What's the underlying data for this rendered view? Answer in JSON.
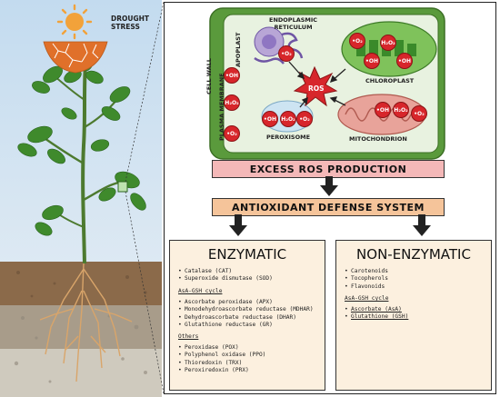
{
  "stress": {
    "label_line1": "DROUGHT",
    "label_line2": "STRESS"
  },
  "cell": {
    "cell_wall": "CELL WALL",
    "apoplast": "APOPLAST",
    "plasma_membrane": "PLASMA MEMBRANE",
    "er_line1": "ENDOPLASMIC",
    "er_line2": "RETICULUM",
    "chloroplast": "CHLOROPLAST",
    "peroxisome": "PEROXISOME",
    "mitochondrion": "MITOCHONDRION",
    "ros": "ROS",
    "species": {
      "hydroxyl": "•OH",
      "peroxide": "H₂O₂",
      "superoxide": "•O₂"
    }
  },
  "flow": {
    "excess_ros": "EXCESS ROS PRODUCTION",
    "antioxidant": "ANTIOXIDANT DEFENSE SYSTEM"
  },
  "enzymatic": {
    "title": "ENZYMATIC",
    "top_items": [
      "Catalase (CAT)",
      "Superoxide dismutase (SOD)"
    ],
    "asa_heading": "AsA-GSH cycle",
    "asa_items": [
      "Ascorbate peroxidase (APX)",
      "Monodehydroascorbate reductase (MDHAR)",
      "Dehydroascorbate reductase (DHAR)",
      "Glutathione reductase (GR)"
    ],
    "others_heading": "Others",
    "others_items": [
      "Peroxidase (POX)",
      "Polyphenol oxidase (PPO)",
      "Thioredoxin (TRX)",
      "Peroxiredoxin (PRX)"
    ]
  },
  "non_enzymatic": {
    "title": "NON-ENZYMATIC",
    "top_items": [
      "Carotenoids",
      "Tocopherols",
      "Flavonoids"
    ],
    "asa_heading": "AsA-GSH cycle",
    "asa_items": [
      "Ascorbate (AsA)",
      "Glutathione (GSH)"
    ]
  },
  "colors": {
    "sky": "#c7ddf0",
    "cell_green": "#5a9a3c",
    "excess_bar": "#f4b8b8",
    "antioxidant_bar": "#f5c49a",
    "card_bg": "#fcf0df",
    "ros_red": "#d7262b"
  }
}
